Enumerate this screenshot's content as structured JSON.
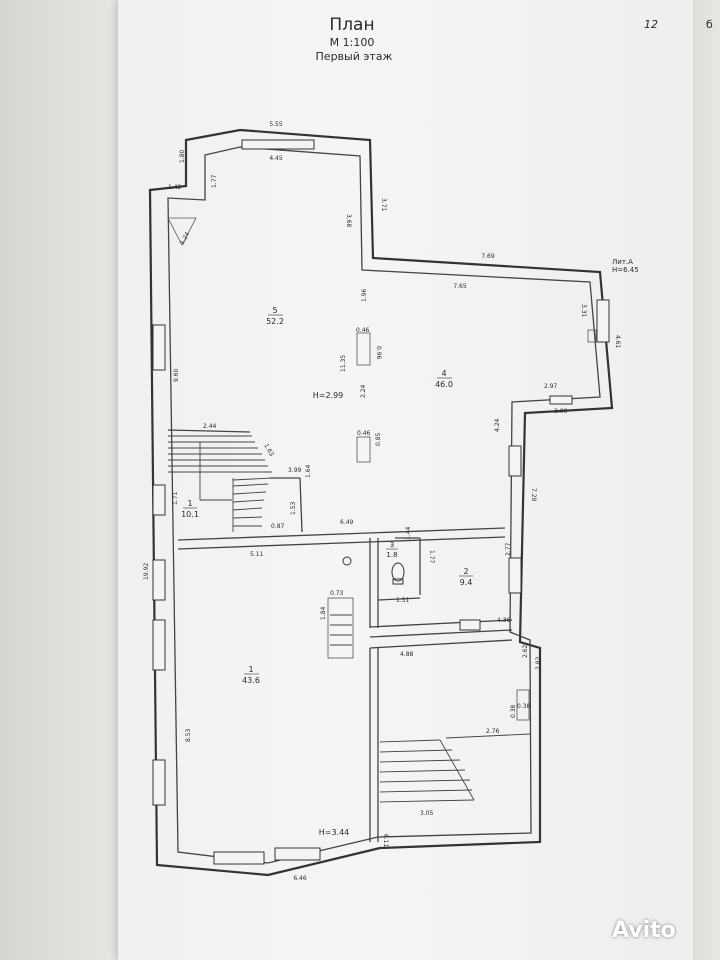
{
  "title": "План",
  "scale": "М 1:100",
  "floor": "Первый этаж",
  "corner_note": "12",
  "corner_note_right": "б",
  "lit_label": "Лит.А",
  "height_label": "H=6.45",
  "watermark": "Avito",
  "rooms": [
    {
      "number": "5",
      "area": "52.2"
    },
    {
      "number": "4",
      "area": "46.0"
    },
    {
      "number": "1",
      "area": "10.1"
    },
    {
      "number": "3",
      "area": "1.8"
    },
    {
      "number": "2",
      "area": "9.4"
    },
    {
      "number": "1",
      "area": "43.6"
    }
  ],
  "heights": {
    "upper": "H=2.99",
    "lower": "H=3.44"
  },
  "dimensions": {
    "d555": "5.55",
    "d445": "4.45",
    "d180": "1.80",
    "d142": "1.42",
    "d177": "1.77",
    "d124": "1.24",
    "d371": "3.71",
    "d368": "3.68",
    "d769": "7.69",
    "d765": "7.65",
    "d331": "3.31",
    "d461": "4.61",
    "d196": "1.96",
    "d046a": "0.46",
    "d096": "0.96",
    "d1135": "11.35",
    "d960": "9.60",
    "d244a": "2.44",
    "d297": "2.97",
    "d300": "3.00",
    "d424": "4.24",
    "d244b": "2.24",
    "d046b": "0.46",
    "d085": "0.85",
    "d163": "1.63",
    "d399": "3.99",
    "d164": "1.64",
    "d171": "1.71",
    "d087": "0.87",
    "d153": "1.53",
    "d649": "6.49",
    "d729": "7.29",
    "d511": "5.11",
    "d144": "1.44",
    "d177b": "1.77",
    "d277": "2.77",
    "d073": "0.73",
    "d151": "1.51",
    "d184": "1.84",
    "d436": "4.36",
    "d1992": "19.92",
    "d488": "4.88",
    "d262": "2.62",
    "d282": "2.82",
    "d038a": "0.38",
    "d038b": "0.38",
    "d276": "2.76",
    "d853": "8.53",
    "d305": "3.05",
    "d611": "6.11",
    "d646": "6.46"
  }
}
